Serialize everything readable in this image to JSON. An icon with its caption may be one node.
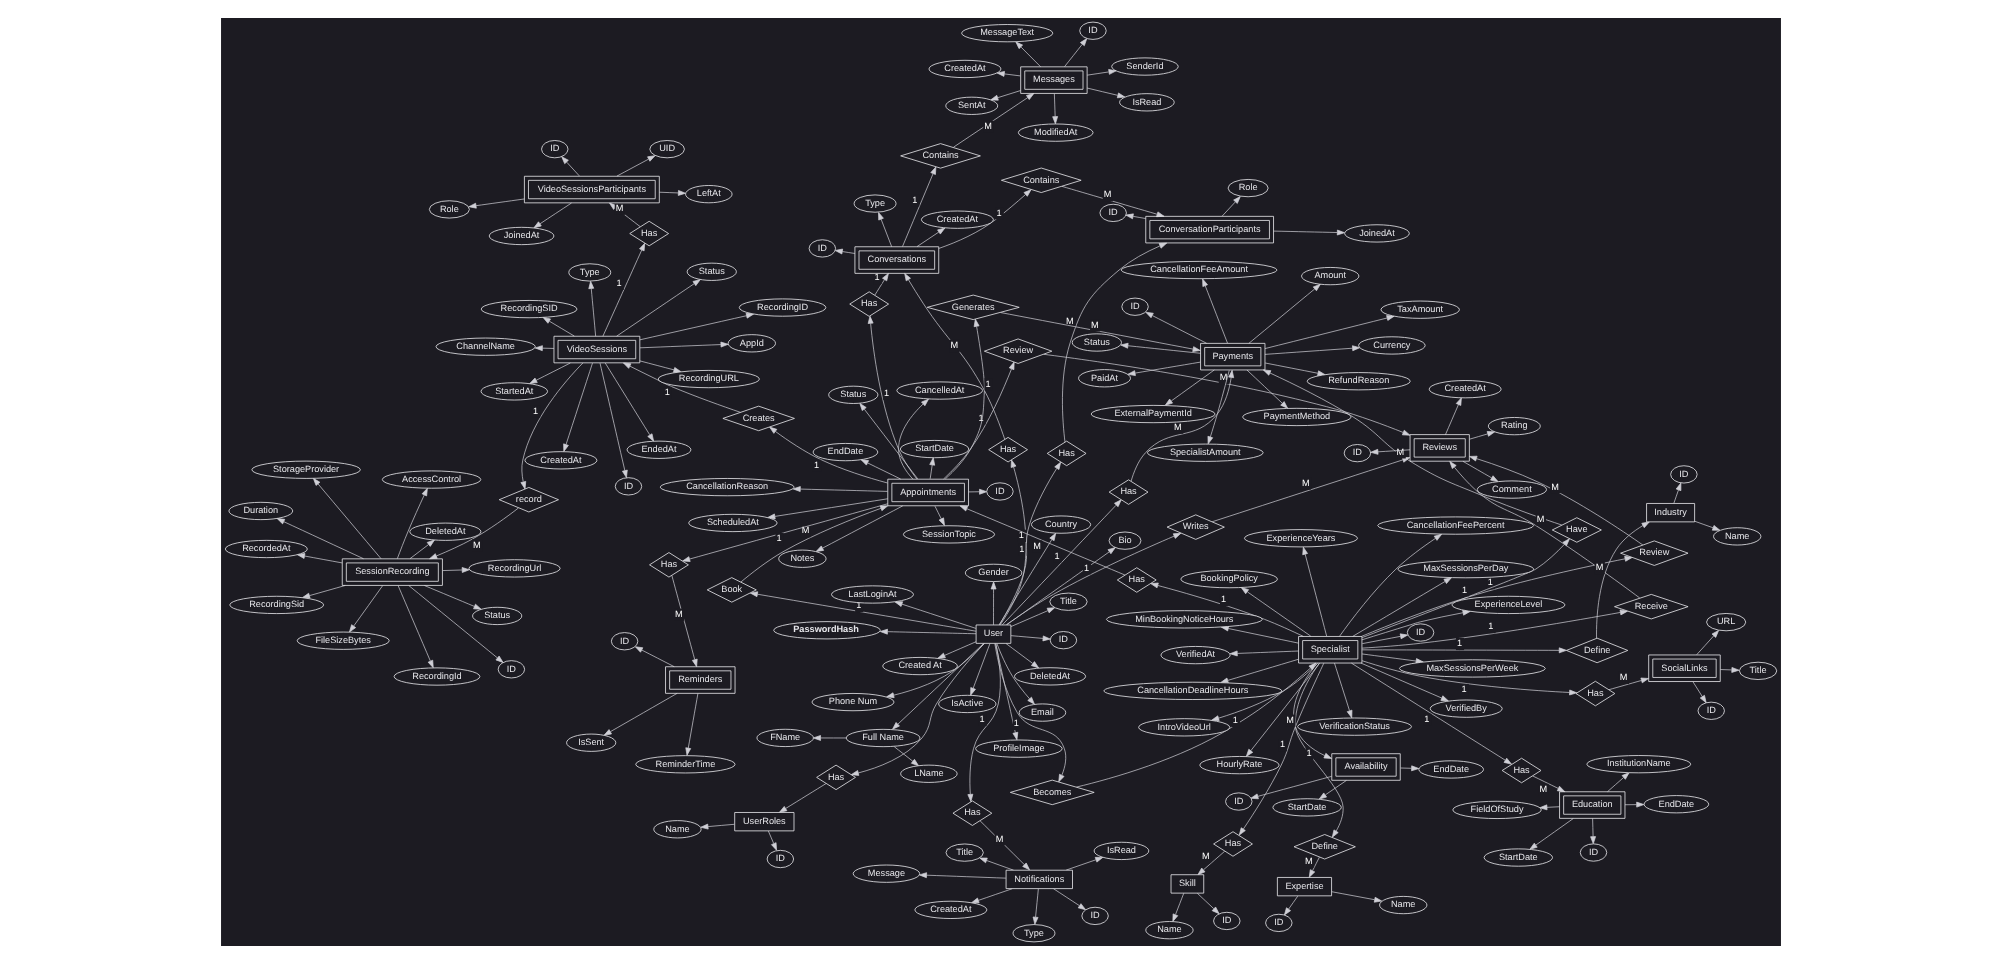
{
  "diagram": {
    "nodes": [
      {
        "text": [
          "Has"
        ]
      },
      {
        "text": [
          "UserRoles"
        ]
      },
      {
        "text": [
          "ID"
        ]
      },
      {
        "text": [
          "Name"
        ]
      },
      {
        "text": [
          "User"
        ]
      },
      {
        "text": [
          "LastLoginAt"
        ]
      },
      {
        "text": [
          "Phone Num"
        ]
      },
      {
        "text": [
          "DeletedAt"
        ]
      },
      {
        "text": [
          "IsActive"
        ]
      },
      {
        "text": [
          "Email"
        ]
      },
      {
        "text": [
          "ProfileImage"
        ]
      },
      {
        "text": [
          "FName"
        ]
      },
      {
        "text": [
          "ID"
        ]
      },
      {
        "text": [
          "Title"
        ]
      },
      {
        "text": [
          "Bio"
        ]
      },
      {
        "text": [
          "LName"
        ]
      },
      {
        "text": [
          "Full Name"
        ]
      },
      {
        "text": [
          "Country"
        ]
      },
      {
        "text": [
          "PasswordHash"
        ]
      },
      {
        "text": [
          "Gender"
        ]
      },
      {
        "text": [
          "Created At"
        ]
      },
      {
        "text": [
          "Becomes"
        ]
      },
      {
        "text": [
          "Specialist"
        ]
      },
      {
        "text": [
          "CancellationFeePercent"
        ]
      },
      {
        "text": [
          "BookingPolicy"
        ]
      },
      {
        "text": [
          "VerificationStatus"
        ]
      },
      {
        "text": [
          "ExperienceLevel"
        ]
      },
      {
        "text": [
          "CancellationDeadlineHours"
        ]
      },
      {
        "text": [
          "HourlyRate"
        ]
      },
      {
        "text": [
          "MaxSessionsPerWeek"
        ]
      },
      {
        "text": [
          "ExperienceYears"
        ]
      },
      {
        "text": [
          "ID"
        ]
      },
      {
        "text": [
          "IntroVideoUrl"
        ]
      },
      {
        "text": [
          "MinBookingNoticeHours"
        ]
      },
      {
        "text": [
          "MaxSessionsPerDay"
        ]
      },
      {
        "text": [
          "VerifiedBy"
        ]
      },
      {
        "text": [
          "VerifiedAt"
        ]
      },
      {
        "text": [
          "VideoSessionsParticipants"
        ]
      },
      {
        "text": [
          "JoinedAt"
        ]
      },
      {
        "text": [
          "Role"
        ]
      },
      {
        "text": [
          "UID"
        ]
      },
      {
        "text": [
          "ID"
        ]
      },
      {
        "text": [
          "LeftAt"
        ]
      },
      {
        "text": [
          "ConversationParticipants"
        ]
      },
      {
        "text": [
          "Role"
        ]
      },
      {
        "text": [
          "ID"
        ]
      },
      {
        "text": [
          "JoinedAt"
        ]
      },
      {
        "text": [
          "Messages"
        ]
      },
      {
        "text": [
          "IsRead"
        ]
      },
      {
        "text": [
          "ModifiedAt"
        ]
      },
      {
        "text": [
          "SentAt"
        ]
      },
      {
        "text": [
          "SenderId"
        ]
      },
      {
        "text": [
          "MessageText"
        ]
      },
      {
        "text": [
          "CreatedAt"
        ]
      },
      {
        "text": [
          "ID"
        ]
      },
      {
        "text": [
          "VideoSessions"
        ]
      },
      {
        "text": [
          "ID"
        ]
      },
      {
        "text": [
          "Type"
        ]
      },
      {
        "text": [
          "AppId"
        ]
      },
      {
        "text": [
          "ChannelName"
        ]
      },
      {
        "text": [
          "RecordingSID"
        ]
      },
      {
        "text": [
          "Status"
        ]
      },
      {
        "text": [
          "CreatedAt"
        ]
      },
      {
        "text": [
          "RecordingID"
        ]
      },
      {
        "text": [
          "EndedAt"
        ]
      },
      {
        "text": [
          "StartedAt"
        ]
      },
      {
        "text": [
          "RecordingURL"
        ]
      },
      {
        "text": [
          "SessionRecording"
        ]
      },
      {
        "text": [
          "Status"
        ]
      },
      {
        "text": [
          "Duration"
        ]
      },
      {
        "text": [
          "ID"
        ]
      },
      {
        "text": [
          "AccessControl"
        ]
      },
      {
        "text": [
          "StorageProvider"
        ]
      },
      {
        "text": [
          "RecordedAt"
        ]
      },
      {
        "text": [
          "RecordingId"
        ]
      },
      {
        "text": [
          "RecordingUrl"
        ]
      },
      {
        "text": [
          "DeletedAt"
        ]
      },
      {
        "text": [
          "FileSizeBytes"
        ]
      },
      {
        "text": [
          "RecordingSid"
        ]
      },
      {
        "text": [
          "Reminders"
        ]
      },
      {
        "text": [
          "IsSent"
        ]
      },
      {
        "text": [
          "ReminderTime"
        ]
      },
      {
        "text": [
          "ID"
        ]
      },
      {
        "text": [
          "Has"
        ]
      },
      {
        "text": [
          "Book"
        ]
      },
      {
        "text": [
          "Contains"
        ]
      },
      {
        "text": [
          "Contains"
        ]
      },
      {
        "text": [
          "Review"
        ]
      },
      {
        "text": [
          "Review"
        ]
      },
      {
        "text": [
          "Writes"
        ]
      },
      {
        "text": [
          "Has"
        ]
      },
      {
        "text": [
          "Has"
        ]
      },
      {
        "text": [
          "Generates"
        ]
      },
      {
        "text": [
          "Has"
        ]
      },
      {
        "text": [
          "Have"
        ]
      },
      {
        "text": [
          "Has"
        ]
      },
      {
        "text": [
          "Has"
        ]
      },
      {
        "text": [
          "Has"
        ]
      },
      {
        "text": [
          "Has"
        ]
      },
      {
        "text": [
          "Has"
        ]
      },
      {
        "text": [
          "Receive"
        ]
      },
      {
        "text": [
          "Define"
        ]
      },
      {
        "text": [
          "Define"
        ]
      },
      {
        "text": [
          "record"
        ]
      },
      {
        "text": [
          "Creates"
        ]
      },
      {
        "text": [
          "Has"
        ]
      },
      {
        "text": [
          "Has"
        ]
      },
      {
        "text": [
          "Payments"
        ]
      },
      {
        "text": [
          "TaxAmount"
        ]
      },
      {
        "text": [
          "Amount"
        ]
      },
      {
        "text": [
          "RefundReason"
        ]
      },
      {
        "text": [
          "Currency"
        ]
      },
      {
        "text": [
          "ID"
        ]
      },
      {
        "text": [
          "ExternalPaymentId"
        ]
      },
      {
        "text": [
          "PaidAt"
        ]
      },
      {
        "text": [
          "CancellationFeeAmount"
        ]
      },
      {
        "text": [
          "Status"
        ]
      },
      {
        "text": [
          "SpecialistAmount"
        ]
      },
      {
        "text": [
          "PaymentMethod"
        ]
      },
      {
        "text": [
          "Availability"
        ]
      },
      {
        "text": [
          "ID"
        ]
      },
      {
        "text": [
          "StartDate"
        ]
      },
      {
        "text": [
          "EndDate"
        ]
      },
      {
        "text": [
          "Notifications"
        ]
      },
      {
        "text": [
          "ID"
        ]
      },
      {
        "text": [
          "CreatedAt"
        ]
      },
      {
        "text": [
          "Title"
        ]
      },
      {
        "text": [
          "Type"
        ]
      },
      {
        "text": [
          "IsRead"
        ]
      },
      {
        "text": [
          "Message"
        ]
      },
      {
        "text": [
          "Reviews"
        ]
      },
      {
        "text": [
          "CreatedAt"
        ]
      },
      {
        "text": [
          "Comment"
        ]
      },
      {
        "text": [
          "Rating"
        ]
      },
      {
        "text": [
          "ID"
        ]
      },
      {
        "text": [
          "Conversations"
        ]
      },
      {
        "text": [
          "ID"
        ]
      },
      {
        "text": [
          "CreatedAt"
        ]
      },
      {
        "text": [
          "Type"
        ]
      },
      {
        "text": [
          "Appointments"
        ]
      },
      {
        "text": [
          "ID"
        ]
      },
      {
        "text": [
          "SessionTopic"
        ]
      },
      {
        "text": [
          "StartDate"
        ]
      },
      {
        "text": [
          "Notes"
        ]
      },
      {
        "text": [
          "ScheduledAt"
        ]
      },
      {
        "text": [
          "EndDate"
        ]
      },
      {
        "text": [
          "Status"
        ]
      },
      {
        "text": [
          "CancellationReason"
        ]
      },
      {
        "text": [
          "CancelledAt"
        ]
      },
      {
        "text": [
          "Education"
        ]
      },
      {
        "text": [
          "InstitutionName"
        ]
      },
      {
        "text": [
          "ID"
        ]
      },
      {
        "text": [
          "FieldOfStudy"
        ]
      },
      {
        "text": [
          "StartDate"
        ]
      },
      {
        "text": [
          "EndDate"
        ]
      },
      {
        "text": [
          "SocialLinks"
        ]
      },
      {
        "text": [
          "Title"
        ]
      },
      {
        "text": [
          "URL"
        ]
      },
      {
        "text": [
          "ID"
        ]
      },
      {
        "text": [
          "Skill"
        ]
      },
      {
        "text": [
          "ID"
        ]
      },
      {
        "text": [
          "Name"
        ]
      },
      {
        "text": [
          "Industry"
        ]
      },
      {
        "text": [
          "ID"
        ]
      },
      {
        "text": [
          "Name"
        ]
      },
      {
        "text": [
          "Expertise"
        ]
      },
      {
        "text": [
          "ID"
        ]
      },
      {
        "text": [
          "Name"
        ]
      }
    ],
    "edges": [
      {
        "from": 1,
        "to": 2,
        "arrow": "to"
      },
      {
        "from": 1,
        "to": 3,
        "arrow": "to"
      },
      {
        "from": 4,
        "to": 5,
        "arrow": "to"
      },
      {
        "from": 4,
        "to": 6,
        "arrow": "to"
      },
      {
        "from": 4,
        "to": 7,
        "arrow": "to"
      },
      {
        "from": 4,
        "to": 8,
        "arrow": "to"
      },
      {
        "from": 4,
        "to": 9,
        "arrow": "to"
      },
      {
        "from": 4,
        "to": 10,
        "arrow": "to"
      },
      {
        "from": 4,
        "to": 12,
        "arrow": "to"
      },
      {
        "from": 4,
        "to": 13,
        "arrow": "to"
      },
      {
        "from": 4,
        "to": 14,
        "arrow": "to"
      },
      {
        "from": 4,
        "to": 16,
        "arrow": "to"
      },
      {
        "from": 4,
        "to": 17,
        "arrow": "to"
      },
      {
        "from": 4,
        "to": 18,
        "arrow": "to"
      },
      {
        "from": 4,
        "to": 19,
        "arrow": "to"
      },
      {
        "from": 4,
        "to": 20,
        "arrow": "to"
      },
      {
        "from": 16,
        "to": 11,
        "arrow": "to"
      },
      {
        "from": 16,
        "to": 15,
        "arrow": "to"
      },
      {
        "from": 22,
        "to": 23,
        "arrow": "to"
      },
      {
        "from": 22,
        "to": 24,
        "arrow": "to"
      },
      {
        "from": 22,
        "to": 25,
        "arrow": "to"
      },
      {
        "from": 22,
        "to": 26,
        "arrow": "to"
      },
      {
        "from": 22,
        "to": 27,
        "arrow": "to"
      },
      {
        "from": 22,
        "to": 28,
        "arrow": "to"
      },
      {
        "from": 22,
        "to": 29,
        "arrow": "to"
      },
      {
        "from": 22,
        "to": 30,
        "arrow": "to"
      },
      {
        "from": 22,
        "to": 31,
        "arrow": "to"
      },
      {
        "from": 22,
        "to": 32,
        "arrow": "to"
      },
      {
        "from": 22,
        "to": 33,
        "arrow": "to"
      },
      {
        "from": 22,
        "to": 34,
        "arrow": "to"
      },
      {
        "from": 22,
        "to": 35,
        "arrow": "to"
      },
      {
        "from": 22,
        "to": 36,
        "arrow": "to"
      },
      {
        "from": 37,
        "to": 38,
        "arrow": "to"
      },
      {
        "from": 37,
        "to": 39,
        "arrow": "to"
      },
      {
        "from": 37,
        "to": 40,
        "arrow": "to"
      },
      {
        "from": 37,
        "to": 41,
        "arrow": "to"
      },
      {
        "from": 37,
        "to": 42,
        "arrow": "to"
      },
      {
        "from": 43,
        "to": 44,
        "arrow": "to"
      },
      {
        "from": 43,
        "to": 45,
        "arrow": "to"
      },
      {
        "from": 43,
        "to": 46,
        "arrow": "to"
      },
      {
        "from": 47,
        "to": 48,
        "arrow": "to"
      },
      {
        "from": 47,
        "to": 49,
        "arrow": "to"
      },
      {
        "from": 47,
        "to": 50,
        "arrow": "to"
      },
      {
        "from": 47,
        "to": 51,
        "arrow": "to"
      },
      {
        "from": 47,
        "to": 52,
        "arrow": "to"
      },
      {
        "from": 47,
        "to": 53,
        "arrow": "to"
      },
      {
        "from": 47,
        "to": 54,
        "arrow": "to"
      },
      {
        "from": 55,
        "to": 56,
        "arrow": "to"
      },
      {
        "from": 55,
        "to": 57,
        "arrow": "to"
      },
      {
        "from": 55,
        "to": 58,
        "arrow": "to"
      },
      {
        "from": 55,
        "to": 59,
        "arrow": "to"
      },
      {
        "from": 55,
        "to": 60,
        "arrow": "to"
      },
      {
        "from": 55,
        "to": 61,
        "arrow": "to"
      },
      {
        "from": 55,
        "to": 62,
        "arrow": "to"
      },
      {
        "from": 55,
        "to": 63,
        "arrow": "to"
      },
      {
        "from": 55,
        "to": 64,
        "arrow": "to"
      },
      {
        "from": 55,
        "to": 65,
        "arrow": "to"
      },
      {
        "from": 55,
        "to": 66,
        "arrow": "to"
      },
      {
        "from": 67,
        "to": 68,
        "arrow": "to"
      },
      {
        "from": 67,
        "to": 69,
        "arrow": "to"
      },
      {
        "from": 67,
        "to": 70,
        "arrow": "to"
      },
      {
        "from": 67,
        "to": 71,
        "arrow": "to"
      },
      {
        "from": 67,
        "to": 72,
        "arrow": "to"
      },
      {
        "from": 67,
        "to": 73,
        "arrow": "to"
      },
      {
        "from": 67,
        "to": 74,
        "arrow": "to"
      },
      {
        "from": 67,
        "to": 75,
        "arrow": "to"
      },
      {
        "from": 67,
        "to": 76,
        "arrow": "to"
      },
      {
        "from": 67,
        "to": 77,
        "arrow": "to"
      },
      {
        "from": 67,
        "to": 78,
        "arrow": "to"
      },
      {
        "from": 79,
        "to": 80,
        "arrow": "to"
      },
      {
        "from": 79,
        "to": 81,
        "arrow": "to"
      },
      {
        "from": 79,
        "to": 82,
        "arrow": "to"
      },
      {
        "from": 107,
        "to": 108,
        "arrow": "to"
      },
      {
        "from": 107,
        "to": 109,
        "arrow": "to"
      },
      {
        "from": 107,
        "to": 110,
        "arrow": "to"
      },
      {
        "from": 107,
        "to": 111,
        "arrow": "to"
      },
      {
        "from": 107,
        "to": 112,
        "arrow": "to"
      },
      {
        "from": 107,
        "to": 113,
        "arrow": "to"
      },
      {
        "from": 107,
        "to": 114,
        "arrow": "to"
      },
      {
        "from": 107,
        "to": 115,
        "arrow": "to"
      },
      {
        "from": 107,
        "to": 116,
        "arrow": "to"
      },
      {
        "from": 107,
        "to": 117,
        "arrow": "to"
      },
      {
        "from": 107,
        "to": 118,
        "arrow": "to"
      },
      {
        "from": 119,
        "to": 120,
        "arrow": "to"
      },
      {
        "from": 119,
        "to": 121,
        "arrow": "to"
      },
      {
        "from": 119,
        "to": 122,
        "arrow": "to"
      },
      {
        "from": 123,
        "to": 124,
        "arrow": "to"
      },
      {
        "from": 123,
        "to": 125,
        "arrow": "to"
      },
      {
        "from": 123,
        "to": 126,
        "arrow": "to"
      },
      {
        "from": 123,
        "to": 127,
        "arrow": "to"
      },
      {
        "from": 123,
        "to": 128,
        "arrow": "to"
      },
      {
        "from": 123,
        "to": 129,
        "arrow": "to"
      },
      {
        "from": 130,
        "to": 131,
        "arrow": "to"
      },
      {
        "from": 130,
        "to": 132,
        "arrow": "to"
      },
      {
        "from": 130,
        "to": 133,
        "arrow": "to"
      },
      {
        "from": 130,
        "to": 134,
        "arrow": "to"
      },
      {
        "from": 135,
        "to": 136,
        "arrow": "to"
      },
      {
        "from": 135,
        "to": 137,
        "arrow": "to"
      },
      {
        "from": 135,
        "to": 138,
        "arrow": "to"
      },
      {
        "from": 139,
        "to": 140,
        "arrow": "to"
      },
      {
        "from": 139,
        "to": 141,
        "arrow": "to"
      },
      {
        "from": 139,
        "to": 142,
        "arrow": "to"
      },
      {
        "from": 139,
        "to": 143,
        "arrow": "to"
      },
      {
        "from": 139,
        "to": 144,
        "arrow": "to"
      },
      {
        "from": 139,
        "to": 145,
        "arrow": "to"
      },
      {
        "from": 139,
        "to": 146,
        "arrow": "to"
      },
      {
        "from": 139,
        "to": 147,
        "arrow": "to"
      },
      {
        "from": 139,
        "to": 148,
        "arrow": "to"
      },
      {
        "from": 149,
        "to": 150,
        "arrow": "to"
      },
      {
        "from": 149,
        "to": 151,
        "arrow": "to"
      },
      {
        "from": 149,
        "to": 152,
        "arrow": "to"
      },
      {
        "from": 149,
        "to": 153,
        "arrow": "to"
      },
      {
        "from": 149,
        "to": 154,
        "arrow": "to"
      },
      {
        "from": 155,
        "to": 156,
        "arrow": "to"
      },
      {
        "from": 155,
        "to": 157,
        "arrow": "to"
      },
      {
        "from": 155,
        "to": 158,
        "arrow": "to"
      },
      {
        "from": 159,
        "to": 160,
        "arrow": "to"
      },
      {
        "from": 159,
        "to": 161,
        "arrow": "to"
      },
      {
        "from": 162,
        "to": 163,
        "arrow": "to"
      },
      {
        "from": 162,
        "to": 164,
        "arrow": "to"
      },
      {
        "from": 165,
        "to": 166,
        "arrow": "to"
      },
      {
        "from": 165,
        "to": 167,
        "arrow": "to"
      },
      {
        "from": 4,
        "to": 0,
        "arrow": "to"
      },
      {
        "from": 0,
        "to": 1,
        "arrow": "to"
      },
      {
        "from": 4,
        "to": 21,
        "arrow": "to",
        "label": "1"
      },
      {
        "from": 21,
        "to": 22,
        "arrow": "to",
        "label": "1"
      },
      {
        "from": 4,
        "to": 83,
        "arrow": "to",
        "label": "1"
      },
      {
        "from": 83,
        "to": 43,
        "arrow": "to",
        "label": "M"
      },
      {
        "from": 4,
        "to": 84,
        "arrow": "to",
        "label": "1"
      },
      {
        "from": 84,
        "to": 139,
        "arrow": "to",
        "label": "M"
      },
      {
        "from": 135,
        "to": 85,
        "arrow": "to",
        "label": "1"
      },
      {
        "from": 85,
        "to": 47,
        "arrow": "to",
        "label": "M"
      },
      {
        "from": 135,
        "to": 86,
        "arrow": "to",
        "label": "1"
      },
      {
        "from": 86,
        "to": 43,
        "arrow": "to",
        "label": "M"
      },
      {
        "from": 22,
        "to": 87,
        "arrow": "to",
        "label": "1"
      },
      {
        "from": 87,
        "to": 130,
        "arrow": "to",
        "label": "M"
      },
      {
        "from": 139,
        "to": 88,
        "arrow": "to",
        "label": "1"
      },
      {
        "from": 88,
        "to": 130,
        "arrow": "to",
        "label": "M"
      },
      {
        "from": 4,
        "to": 89,
        "arrow": "to",
        "label": "1"
      },
      {
        "from": 89,
        "to": 130,
        "arrow": "to",
        "label": "M"
      },
      {
        "from": 4,
        "to": 90,
        "arrow": "to",
        "label": "1"
      },
      {
        "from": 90,
        "to": 135,
        "arrow": "to",
        "label": "M"
      },
      {
        "from": 139,
        "to": 91,
        "arrow": "to",
        "label": "1"
      },
      {
        "from": 91,
        "to": 135,
        "arrow": "to",
        "label": "1"
      },
      {
        "from": 139,
        "to": 92,
        "arrow": "to",
        "label": "1"
      },
      {
        "from": 92,
        "to": 107,
        "arrow": "to",
        "label": "M"
      },
      {
        "from": 4,
        "to": 93,
        "arrow": "to",
        "label": "1"
      },
      {
        "from": 93,
        "to": 107,
        "arrow": "to",
        "label": "M"
      },
      {
        "from": 22,
        "to": 94,
        "arrow": "to",
        "label": "1"
      },
      {
        "from": 94,
        "to": 107,
        "arrow": "to",
        "label": "M"
      },
      {
        "from": 4,
        "to": 95,
        "arrow": "to",
        "label": "1"
      },
      {
        "from": 95,
        "to": 123,
        "arrow": "to",
        "label": "M"
      },
      {
        "from": 22,
        "to": 96,
        "arrow": "to",
        "label": "1"
      },
      {
        "from": 96,
        "to": 139,
        "arrow": "to",
        "label": "M"
      },
      {
        "from": 22,
        "to": 97,
        "arrow": "to",
        "label": "1"
      },
      {
        "from": 97,
        "to": 149,
        "arrow": "to",
        "label": "M"
      },
      {
        "from": 22,
        "to": 98,
        "arrow": "to",
        "label": "1"
      },
      {
        "from": 98,
        "to": 155,
        "arrow": "to",
        "label": "M"
      },
      {
        "from": 22,
        "to": 99,
        "arrow": "to",
        "label": "1"
      },
      {
        "from": 99,
        "to": 159,
        "arrow": "to",
        "label": "M"
      },
      {
        "from": 22,
        "to": 100,
        "arrow": "to",
        "label": "1"
      },
      {
        "from": 100,
        "to": 130,
        "arrow": "to",
        "label": "M"
      },
      {
        "from": 22,
        "to": 101,
        "arrow": "to",
        "label": "1"
      },
      {
        "from": 101,
        "to": 162,
        "arrow": "to",
        "label": "M"
      },
      {
        "from": 22,
        "to": 102,
        "arrow": "to",
        "label": "1"
      },
      {
        "from": 102,
        "to": 165,
        "arrow": "to",
        "label": "M"
      },
      {
        "from": 55,
        "to": 103,
        "arrow": "to",
        "label": "1"
      },
      {
        "from": 103,
        "to": 67,
        "arrow": "to",
        "label": "M"
      },
      {
        "from": 139,
        "to": 104,
        "arrow": "to",
        "label": "1"
      },
      {
        "from": 104,
        "to": 55,
        "arrow": "to",
        "label": "1"
      },
      {
        "from": 55,
        "to": 105,
        "arrow": "to",
        "label": "1"
      },
      {
        "from": 105,
        "to": 37,
        "arrow": "to",
        "label": "M"
      },
      {
        "from": 139,
        "to": 106,
        "arrow": "to",
        "label": "1"
      },
      {
        "from": 106,
        "to": 79,
        "arrow": "to",
        "label": "M"
      },
      {
        "from": 22,
        "to": 119,
        "arrow": "to",
        "label": "M"
      }
    ]
  }
}
